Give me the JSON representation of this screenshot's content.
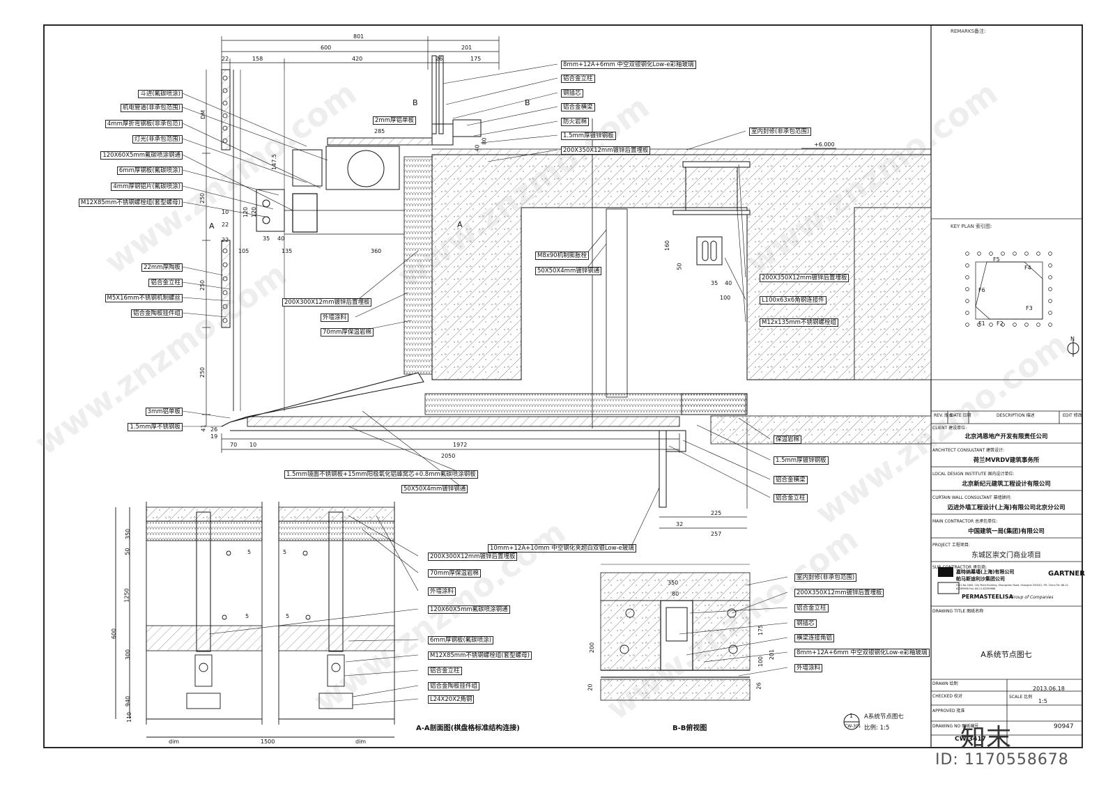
{
  "drawing": {
    "top_dims": [
      "801",
      "600",
      "201",
      "22",
      "158",
      "420",
      "26",
      "175"
    ],
    "side_dims": [
      "DM",
      "250",
      "250",
      "250",
      "41",
      "26",
      "19"
    ],
    "section_labels": [
      "A",
      "A",
      "B",
      "B"
    ],
    "mid_dims": {
      "d285": "285",
      "d147": "147.5",
      "d120a": "120",
      "d120b": "120",
      "d10": "10",
      "d35": "35",
      "d40": "40",
      "d135": "135",
      "d360": "360",
      "d105": "105",
      "d22a": "22",
      "d22b": "22",
      "d80": "80",
      "d40b": "40"
    },
    "bottom_dims": [
      "70",
      "10",
      "1972",
      "2050"
    ],
    "right_dims": {
      "d160": "160",
      "d50": "50",
      "d35": "35",
      "d40": "40",
      "d100": "100",
      "d32": "32",
      "d225": "225",
      "d257": "257"
    },
    "level": "+6.000",
    "left_labels": [
      "斗进(氟碳喷涂)",
      "机电管道(非承包范围)",
      "4mm厚折弯钢板(非承包范)",
      "灯光(非承包范围)",
      "120X60X5mm氟碳喷涂钢通",
      "6mm厚钢板(氟碳喷涂)",
      "4mm厚钢铝片(氟碳喷涂)",
      "M12X85mm不锈钢螺栓组(套型螺母)",
      "22mm厚陶板",
      "铝合金立柱",
      "M5X16mm不锈钢机制螺丝",
      "铝合金陶板挂件组",
      "3mm铝单板",
      "1.5mm厚不锈钢板"
    ],
    "top_right_labels": [
      "8mm+12A+6mm 中空双银钢化Low-e彩釉玻璃",
      "铝合金立柱",
      "钢插芯",
      "铝合金横梁",
      "防火岩棉",
      "1.5mm厚镀锌钢板",
      "200X350X12mm镀锌后置埋板"
    ],
    "mid_labels": [
      "2mm厚铝单板",
      "200X300X12mm镀锌后置埋板",
      "外墙涂料",
      "70mm厚保温岩棉",
      "M8x90机制膨胀栓",
      "50X50X4mm镀锌钢通"
    ],
    "room_labels": [
      "室内封修(非承包范围)",
      "200X350X12mm镀锌后置埋板",
      "L100x63x6角钢连接件",
      "M12x135mm不锈钢螺栓组"
    ],
    "lower_right_labels": [
      "保温岩棉",
      "1.5mm厚镀锌钢板",
      "铝合金横梁",
      "铝合金立柱"
    ],
    "bottom_labels": [
      "1.5mm镜面不锈钢板+15mm阳极氧化铝蜂窝芯+0.8mm氟碳喷涂钢板",
      "50X50X4mm镀锌钢通",
      "10mm+12A+10mm 中空钢化夹超白双银Low-e玻璃"
    ],
    "aa_labels": [
      "200X300X12mm镀锌后置埋板",
      "70mm厚保温岩棉",
      "外墙涂料",
      "120X60X5mm氟碳喷涂钢通",
      "6mm厚钢板(氟碳喷涂)",
      "M12X85mm不锈钢螺栓组(套型螺母)",
      "铝合金立柱",
      "铝合金陶板挂件组",
      "L24X20X2角钢"
    ],
    "aa_dims": [
      "350",
      "50",
      "1250",
      "600",
      "300",
      "940",
      "110",
      "dim",
      "1500",
      "dim"
    ],
    "aa_weld": [
      "5",
      "5",
      "5",
      "5"
    ],
    "aa_title": "A-A剖面图(棋盘格标准结构连接)",
    "bb_labels": [
      "室内封修(非承包范围)",
      "200X350X12mm镀锌后置埋板",
      "铝合金立柱",
      "钢插芯",
      "横梁连接角铝",
      "8mm+12A+6mm 中空双银钢化Low-e彩釉玻璃",
      "外墙涂料"
    ],
    "bb_dims": [
      "350",
      "80",
      "200",
      "175",
      "201",
      "100",
      "26",
      "20"
    ],
    "bb_title": "B-B俯视图",
    "callout": {
      "num": "1",
      "ref": "CW-301",
      "title": "A系统节点图七",
      "scale": "比例: 1:5"
    }
  },
  "titleblock": {
    "remarks": "REMARKS备注:",
    "keyplan": "KEY PLAN 索引图:",
    "keyplan_marks": [
      "F5",
      "F4",
      "F6",
      "F3",
      "F2",
      "F1"
    ],
    "north": "N",
    "rev_headers": [
      "REV. 版本",
      "DATE 日期",
      "DESCRIPTION 描述",
      "EDIT 修改"
    ],
    "client_h": "CLIENT 建设单位:",
    "client": "北京鸿恩地产开发有限责任公司",
    "architect_h": "ARCHITECT CONSULTANT 建筑设计:",
    "architect": "荷兰MVRDV建筑事务所",
    "local_h": "LOCAL DESIGN INSTITUTE 国内设计单位:",
    "local": "北京新纪元建筑工程设计有限公司",
    "cw_h": "CURTAIN WALL CONSULTANT 幕墙顾问:",
    "cw": "迈进外墙工程设计(上海)有限公司北京分公司",
    "main_h": "MAIN CONTRACTOR 总承包单位:",
    "main": "中国建筑一局(集团)有限公司",
    "project_h": "PROJECT 工程项目:",
    "project": "东城区崇文门商业项目",
    "sub_h": "SUB-CONTRACTOR 承包商:",
    "sub_cn1": "嘉特纳幕墙(上海)有限公司",
    "sub_cn2": "帕马斯迪利沙集团公司",
    "sub_brand": "GARTNER",
    "sub_addr": "FL11 No.1800, City Point Building, Zhongshan Road, Shanghai 200001, P.R. China Tel: 86-21-62289988 Fax: 86-21-62289888",
    "sub_group": "PERMASTEELISA",
    "sub_group2": "Group of Companies",
    "dtitle_h": "DRAWING TITLE 图纸名称",
    "dtitle": "A系统节点图七",
    "drawn": "DRAWN 绘制",
    "checked": "CHECKED 校对",
    "approved": "APPROVED 批准",
    "dno": "DRAWING NO 图纸编号",
    "date_v": "2013.06.18",
    "scale_h": "SCALE 比例",
    "scale_v": "1:5",
    "dno_v": "CW-3417",
    "sheet_v": "90947"
  },
  "watermark": {
    "site": "www.znzmo.com",
    "brand": "知末",
    "id": "ID: 1170558678"
  }
}
